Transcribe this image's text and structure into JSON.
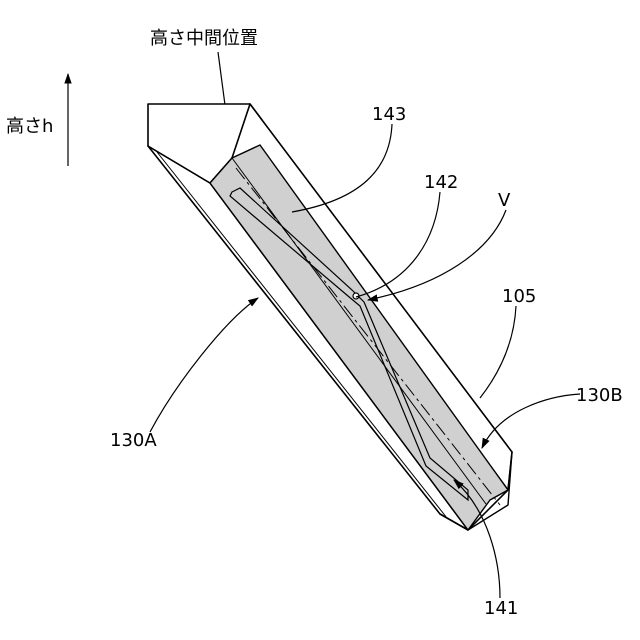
{
  "labels": {
    "mid_height": "高さ中間位置",
    "height_axis": "高さh",
    "ref_143": "143",
    "ref_142": "142",
    "ref_V": "V",
    "ref_105": "105",
    "ref_130B": "130B",
    "ref_130A": "130A",
    "ref_141": "141"
  },
  "colors": {
    "channel_fill": "#d0d0d0",
    "line": "#000000",
    "background": "#ffffff"
  }
}
